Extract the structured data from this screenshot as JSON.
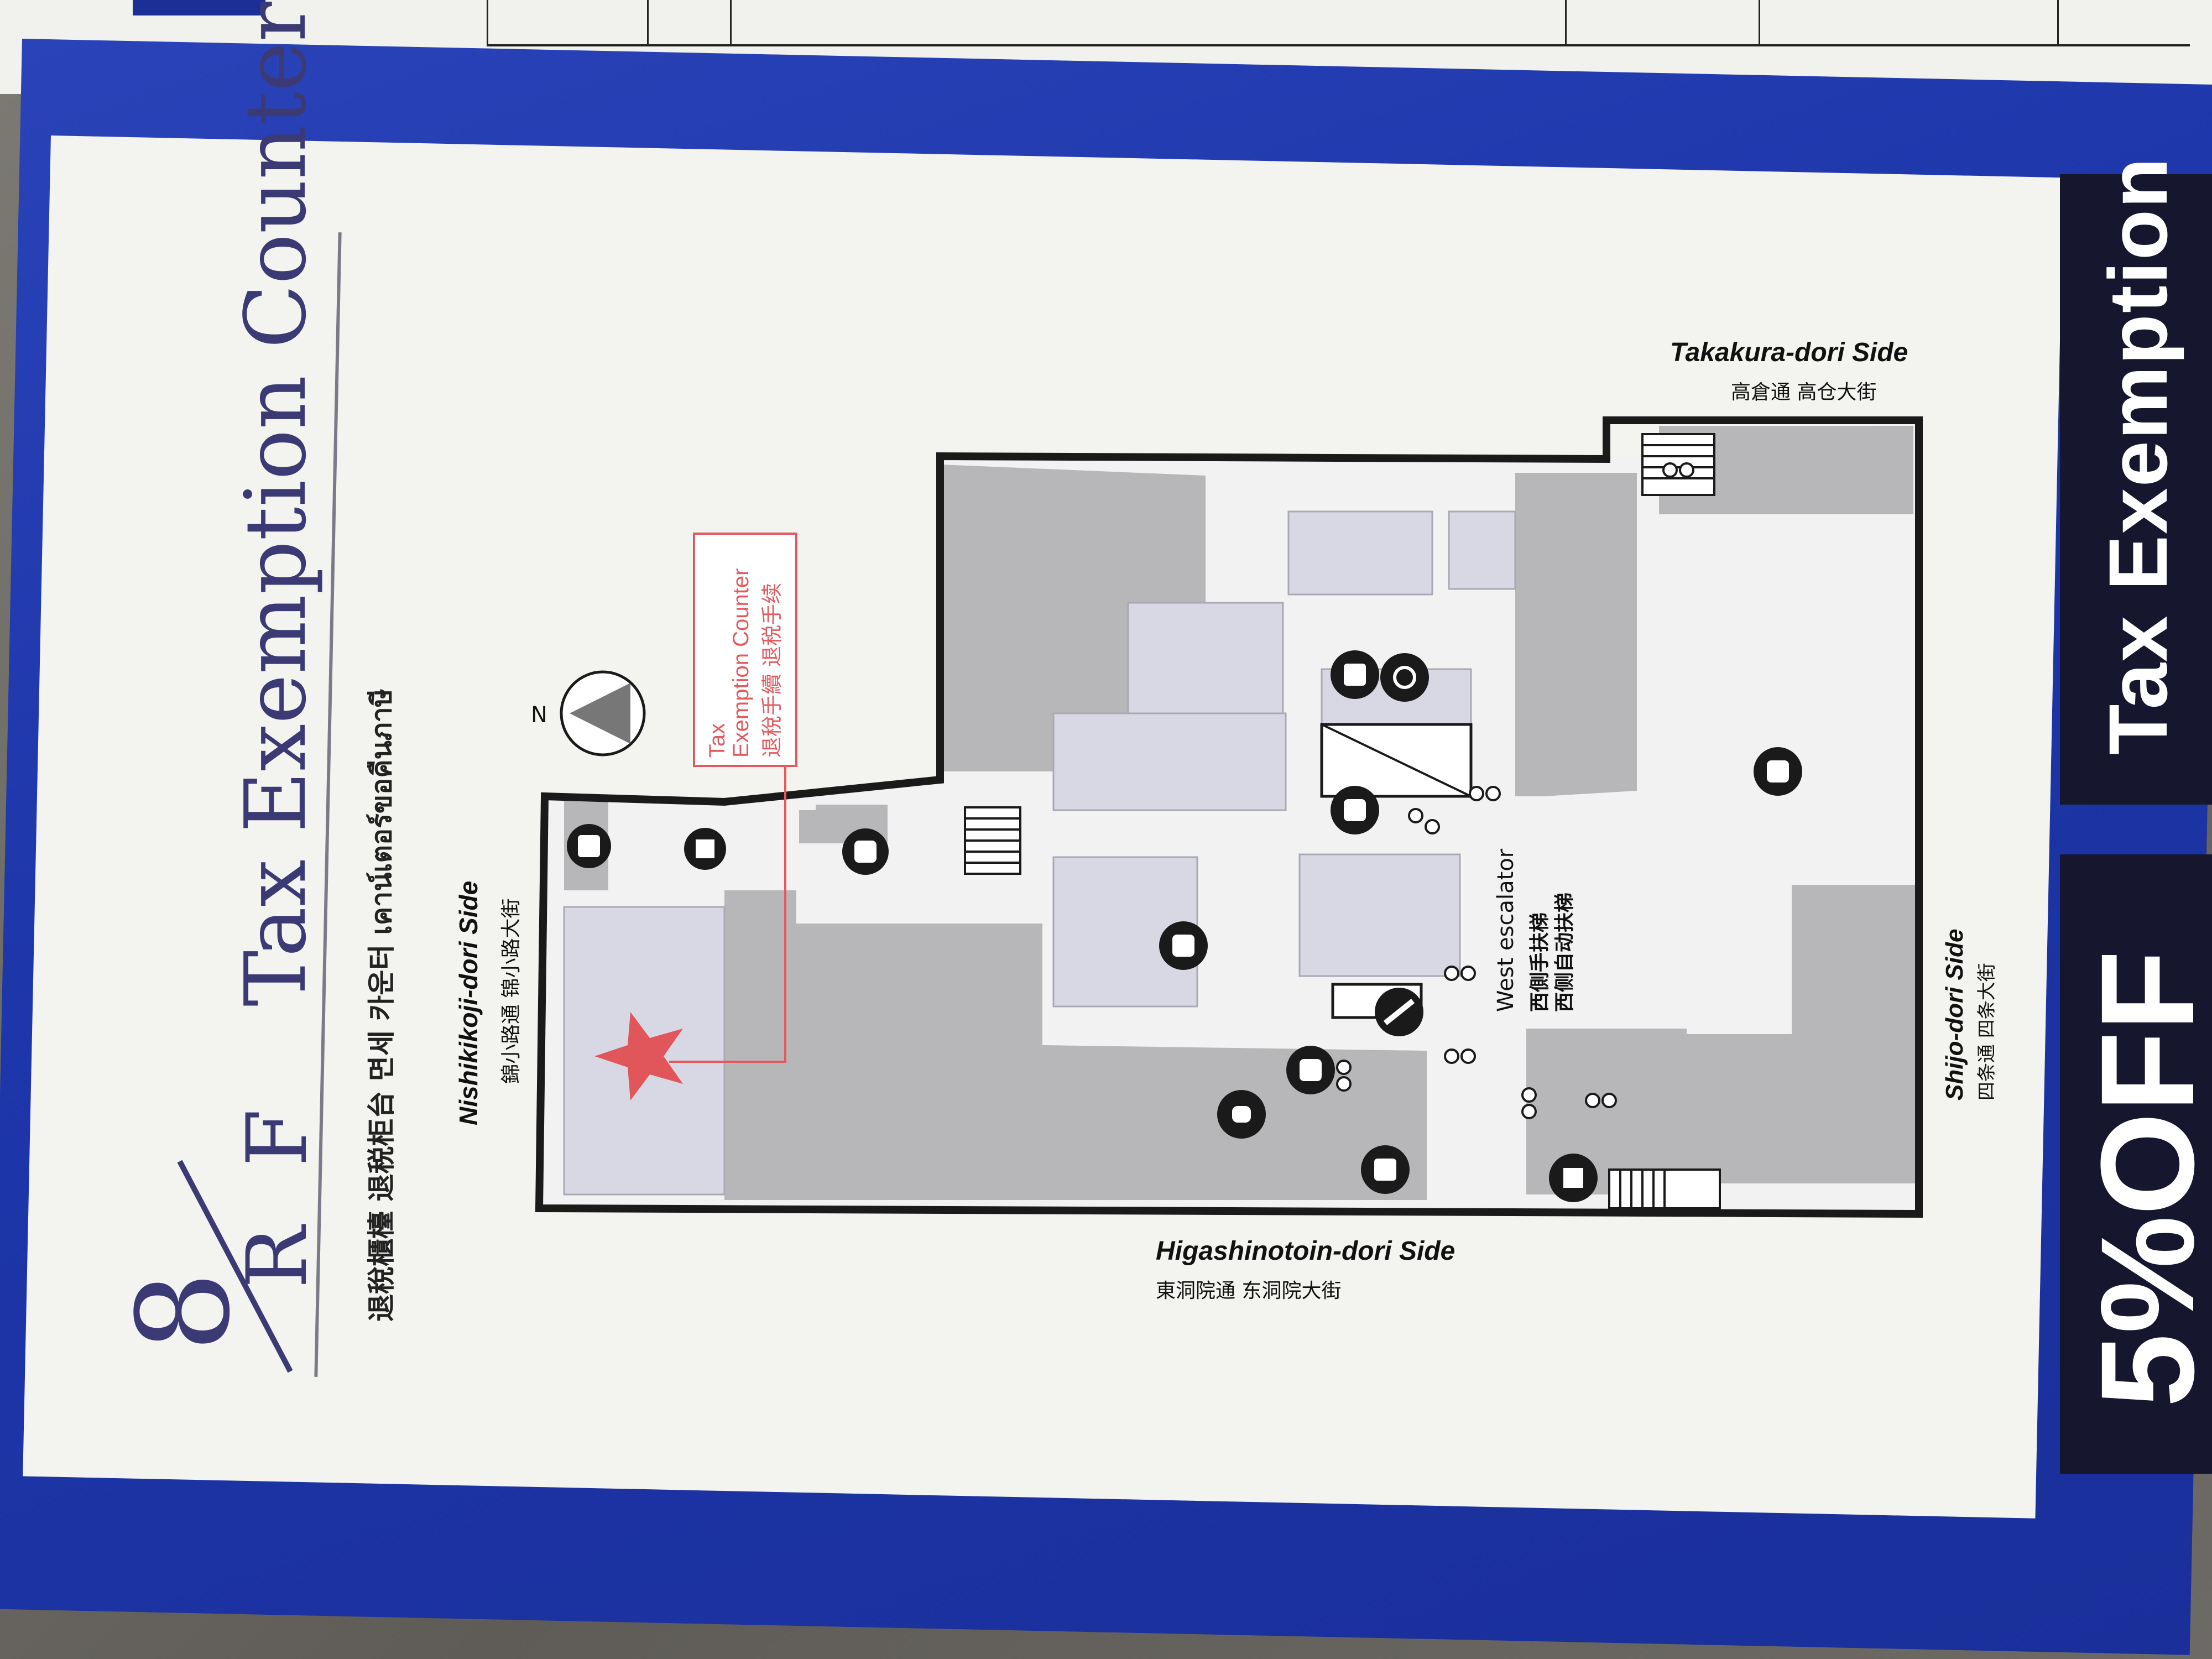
{
  "header": {
    "floor": "8",
    "rf": "R F",
    "title": "Tax Exemption Counter",
    "subtitle": "退稅櫃檯  退税柜台  면세 카운터  เคาน์เตอร์ขอคืนภาษี"
  },
  "compass": {
    "label": "N"
  },
  "callout": {
    "line1": "Tax",
    "line2": "Exemption Counter",
    "line3": "退稅手續  退税手续"
  },
  "sides": {
    "nishikikoji": {
      "en": "Nishikikoji-dori Side",
      "local": "錦小路通  锦小路大街"
    },
    "takakura": {
      "en": "Takakura-dori Side",
      "local": "高倉通  高仓大街"
    },
    "higashinotoin": {
      "en": "Higashinotoin-dori Side",
      "local": "東洞院通  东洞院大街"
    },
    "shijo": {
      "en": "Shijo-dori Side",
      "local": "四条通  四条大街"
    }
  },
  "escalator": {
    "en": "West escalator",
    "local1": "西側手扶梯",
    "local2": "西侧自动扶梯"
  },
  "right_tabs": {
    "tab1": "Tax Exemption",
    "tab2": "5%OFF"
  },
  "colors": {
    "brochure_blue": "#1d36aa",
    "panel": "#f3f3f0",
    "title_purple": "#3c3a75",
    "star_red": "#e0565a",
    "room_gray": "#b4b4b6",
    "room_lavender": "#d8d8e4",
    "wall": "#1a1a1a"
  },
  "icons": [
    "restroom-icon",
    "wheelchair-icon",
    "elevator-icon",
    "stairs-icon",
    "telephone-icon",
    "nursing-room-icon",
    "escalator-icon",
    "current-location-star-icon"
  ]
}
